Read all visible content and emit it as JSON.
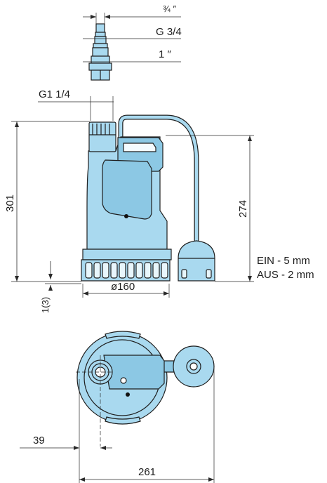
{
  "colors": {
    "body_fill": "#a9d9ef",
    "body_dark": "#8cc8e4",
    "outline": "#1e1e1e",
    "line": "#2a2a2a",
    "background": "#ffffff"
  },
  "labels": {
    "adapter_top": "¾ ″",
    "adapter_mid": "G 3/4",
    "adapter_bottom": "1 ″",
    "outlet_thread": "G1 1/4",
    "height_total": "301",
    "height_outlet": "274",
    "switch_on": "EIN - 5 mm",
    "switch_off": "AUS - 2 mm",
    "base_offset": "1(3)",
    "diameter": "ø160",
    "offset_39": "39",
    "width_261": "261"
  }
}
